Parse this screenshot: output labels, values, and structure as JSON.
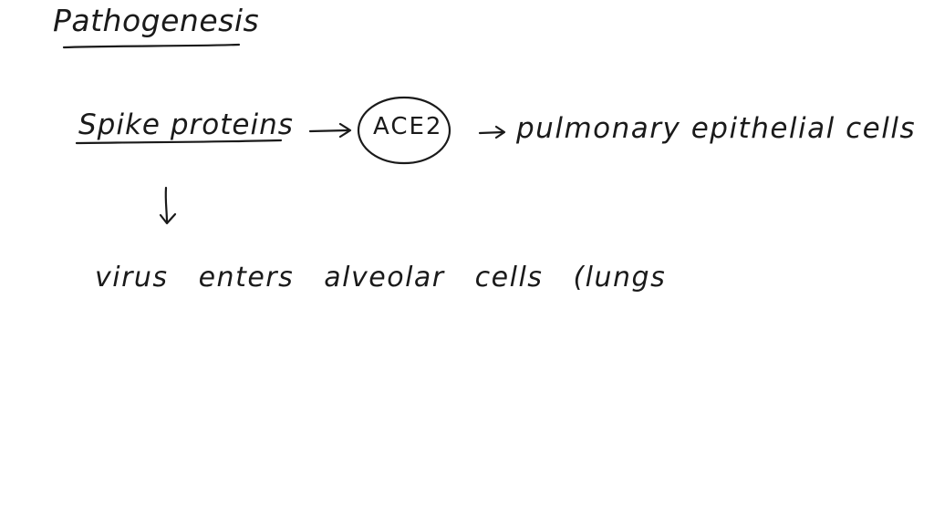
{
  "notes": {
    "title": "Pathogenesis",
    "node_spike": "Spike proteins",
    "node_ace2": "ACE2",
    "node_pulmonary": "pulmonary epithelial cells",
    "node_virus": "virus enters alveolar cells (lungs"
  },
  "colors": {
    "ink": "#1a1a1a",
    "paper": "#ffffff"
  }
}
